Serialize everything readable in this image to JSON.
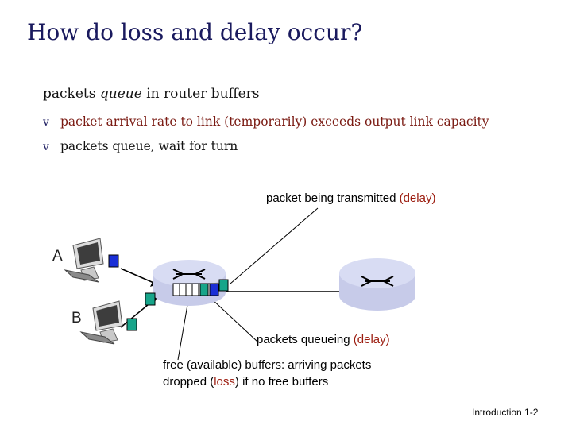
{
  "title": "How do loss and delay occur?",
  "intro": {
    "prefix": "packets ",
    "emphasis": "queue",
    "suffix": " in router buffers"
  },
  "bullets": [
    "packet arrival rate to link (temporarily) exceeds output link capacity",
    "packets queue, wait for turn"
  ],
  "bullet_marker": "v",
  "labels": {
    "transmitting_prefix": "packet being transmitted ",
    "transmitting_delay": "(delay)",
    "queueing_prefix": "packets queueing ",
    "queueing_delay": "(delay)",
    "free_line1": "free (available) buffers: arriving packets",
    "free_line2_prefix": "dropped (",
    "free_line2_loss": "loss",
    "free_line2_suffix": ") if no free buffers",
    "host_a": "A",
    "host_b": "B"
  },
  "footer": "Introduction 1-2",
  "colors": {
    "title": "#1a1a5e",
    "bullet_red": "#7a1a12",
    "emphasis_red": "#9b1b0e",
    "packet_blue": "#1a2fd6",
    "packet_green": "#17a58a",
    "router_fill": "#d4d8f2"
  },
  "icons": [
    "computer-icon",
    "router-icon",
    "packet-icon",
    "buffer-queue-icon"
  ]
}
